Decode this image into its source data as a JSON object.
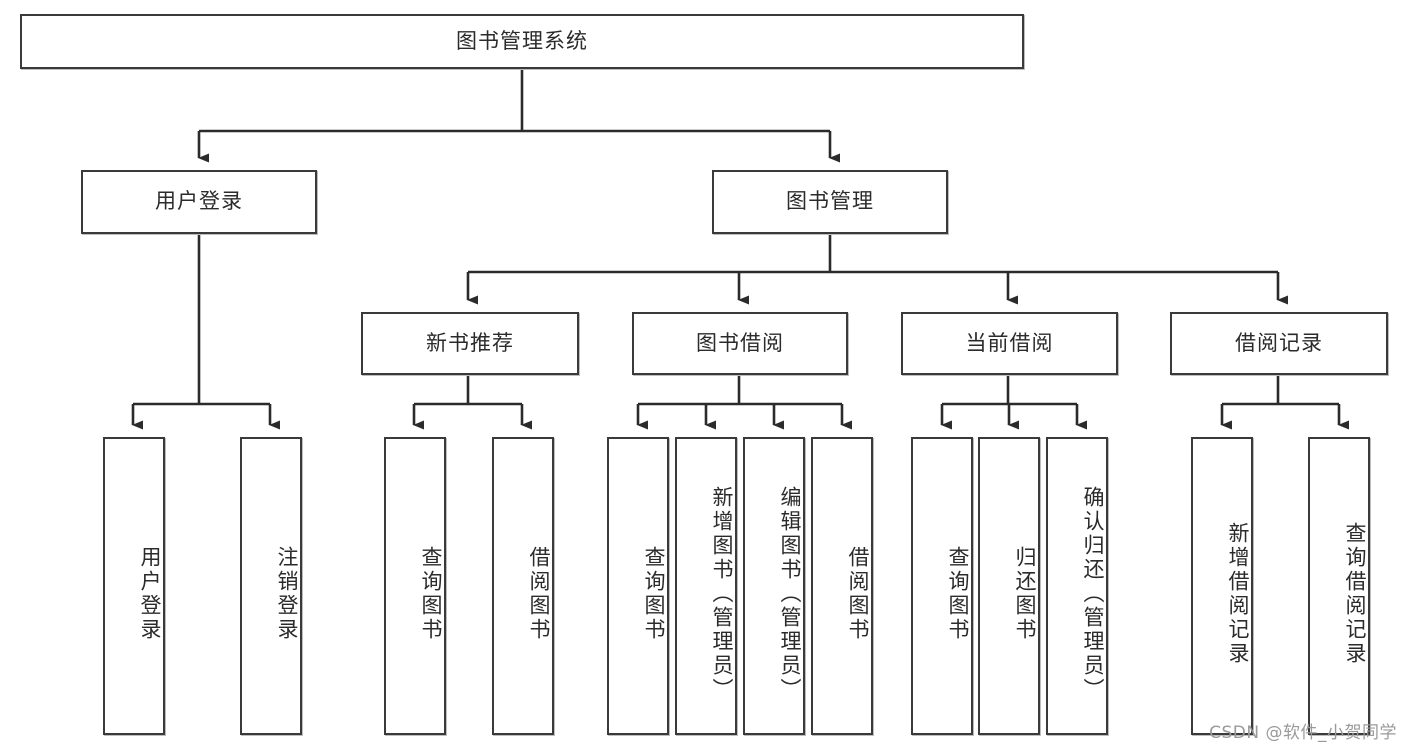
{
  "diagram": {
    "title": "图书管理系统",
    "type": "tree-hierarchy-chart",
    "orientation": "top-down",
    "colors": {
      "box_border": "#3a3a3a",
      "box_fill": "#ffffff",
      "edge": "#2b2b2b",
      "text": "#2b2b2b",
      "watermark": "#9a9a9a",
      "background": "#ffffff"
    }
  },
  "watermark": {
    "text": "CSDN @软件_小贺同学"
  },
  "nodes": {
    "root": {
      "label": "图书管理系统",
      "level": 1
    },
    "level2": [
      {
        "id": "user-login",
        "label": "用户登录"
      },
      {
        "id": "book-manage",
        "label": "图书管理"
      }
    ],
    "level3": [
      {
        "id": "new-book-recommend",
        "label": "新书推荐"
      },
      {
        "id": "book-borrow",
        "label": "图书借阅"
      },
      {
        "id": "current-borrow",
        "label": "当前借阅"
      },
      {
        "id": "borrow-record",
        "label": "借阅记录"
      }
    ],
    "leaves": {
      "user-login": [
        {
          "id": "leaf-user-login",
          "label": "用户登录"
        },
        {
          "id": "leaf-logout-login",
          "label": "注销登录"
        }
      ],
      "new-book-recommend": [
        {
          "id": "leaf-query-book-1",
          "label": "查询图书"
        },
        {
          "id": "leaf-borrow-book-1",
          "label": "借阅图书"
        }
      ],
      "book-borrow": [
        {
          "id": "leaf-query-book-2",
          "label": "查询图书"
        },
        {
          "id": "leaf-add-book-admin",
          "label": "新增图书（管理员）"
        },
        {
          "id": "leaf-edit-book-admin",
          "label": "编辑图书（管理员）"
        },
        {
          "id": "leaf-borrow-book-2",
          "label": "借阅图书"
        }
      ],
      "current-borrow": [
        {
          "id": "leaf-query-book-3",
          "label": "查询图书"
        },
        {
          "id": "leaf-return-book",
          "label": "归还图书"
        },
        {
          "id": "leaf-confirm-return-admin",
          "label": "确认归还（管理员）"
        }
      ],
      "borrow-record": [
        {
          "id": "leaf-add-borrow-record",
          "label": "新增借阅记录"
        },
        {
          "id": "leaf-query-borrow-record",
          "label": "查询借阅记录"
        }
      ]
    }
  }
}
